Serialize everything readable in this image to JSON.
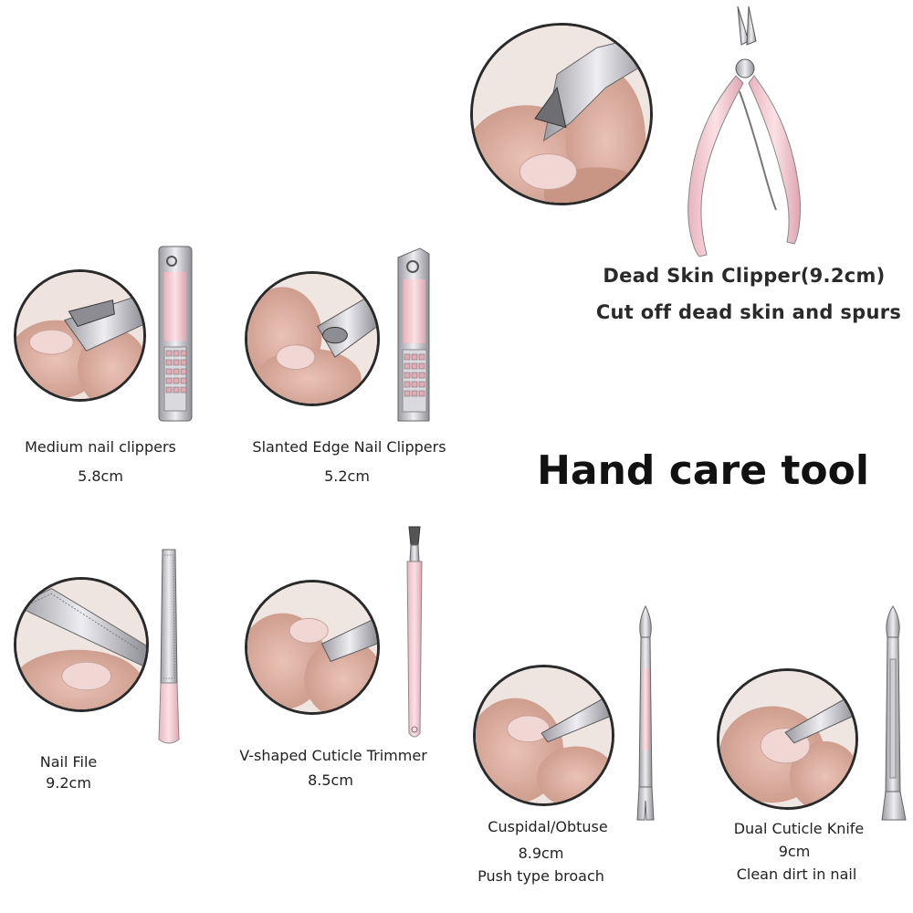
{
  "title": "Hand care tool",
  "colors": {
    "pink": "#f3c7cf",
    "steel": "#b9b9bf",
    "skin": "#d8a89a",
    "nail": "#f1d7d4",
    "outline": "#2a2a2a"
  },
  "products": {
    "dead_skin_clipper": {
      "name": "Dead Skin Clipper(9.2cm)",
      "desc": "Cut off dead skin and spurs",
      "icon": "cuticle-nipper-icon"
    },
    "medium_clippers": {
      "name": "Medium nail clippers",
      "size": "5.8cm",
      "icon": "nail-clipper-icon"
    },
    "slanted_clippers": {
      "name": "Slanted Edge Nail Clippers",
      "size": "5.2cm",
      "icon": "slanted-nail-clipper-icon"
    },
    "nail_file": {
      "name": "Nail File",
      "size": "9.2cm",
      "icon": "nail-file-icon"
    },
    "v_trimmer": {
      "name": "V-shaped Cuticle Trimmer",
      "size": "8.5cm",
      "icon": "cuticle-trimmer-icon"
    },
    "cuspidal": {
      "name": "Cuspidal/Obtuse",
      "size": "8.9cm",
      "desc": "Push type broach",
      "icon": "cuticle-pusher-icon"
    },
    "dual_knife": {
      "name": "Dual Cuticle Knife",
      "size": "9cm",
      "desc": "Clean dirt in nail",
      "icon": "cuticle-knife-icon"
    }
  }
}
